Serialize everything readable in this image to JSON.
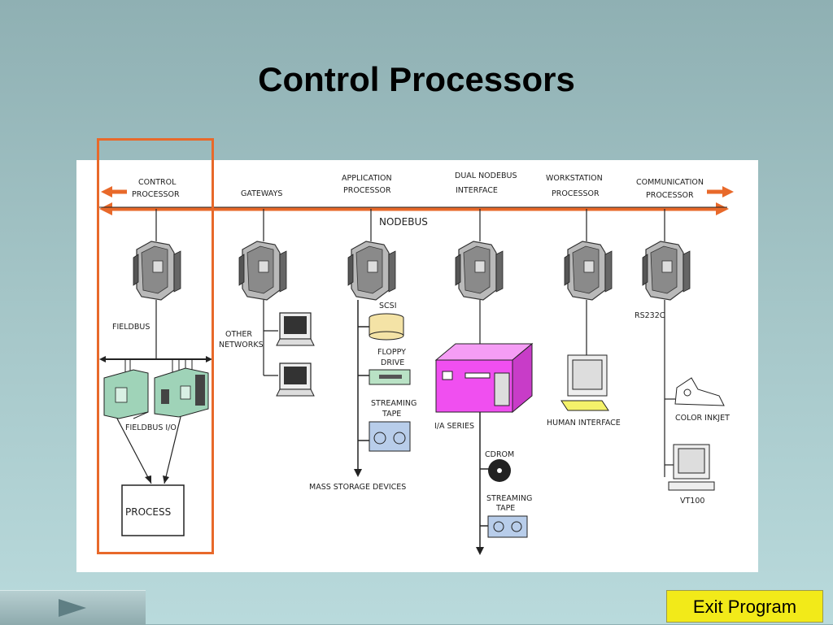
{
  "slide": {
    "title": "Control Processors"
  },
  "diagram": {
    "bus_label": "NODEBUS",
    "nodes": [
      {
        "line1": "CONTROL",
        "line2": "PROCESSOR"
      },
      {
        "line1": "",
        "line2": "GATEWAYS"
      },
      {
        "line1": "APPLICATION",
        "line2": "PROCESSOR"
      },
      {
        "line1": "DUAL NODEBUS",
        "line2": "INTERFACE"
      },
      {
        "line1": "WORKSTATION",
        "line2": "PROCESSOR"
      },
      {
        "line1": "COMMUNICATION",
        "line2": "PROCESSOR"
      }
    ],
    "labels": {
      "fieldbus": "FIELDBUS",
      "fieldbus_io": "FIELDBUS I/O",
      "process": "PROCESS",
      "other_networks_1": "OTHER",
      "other_networks_2": "NETWORKS",
      "scsi": "SCSI",
      "floppy_1": "FLOPPY",
      "floppy_2": "DRIVE",
      "streaming_tape_1": "STREAMING",
      "streaming_tape_2": "TAPE",
      "mass_storage": "MASS STORAGE DEVICES",
      "ia_series": "I/A SERIES",
      "cdrom": "CDROM",
      "streaming_tape2_1": "STREAMING",
      "streaming_tape2_2": "TAPE",
      "human_interface": "HUMAN INTERFACE",
      "rs232": "RS232C",
      "color_inkjet": "COLOR INKJET",
      "vt100": "VT100"
    }
  },
  "controls": {
    "exit_label": "Exit Program"
  },
  "colors": {
    "bus_arrow": "#e8692a",
    "highlight_box": "#e8692a",
    "ia_series_cabinet": "#f04ff0",
    "exit_button": "#f2ea19"
  }
}
